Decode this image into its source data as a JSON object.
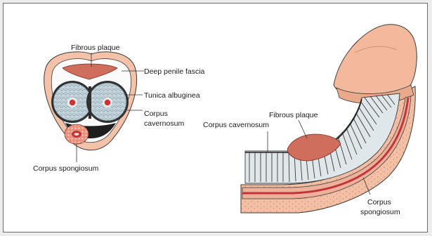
{
  "labels": {
    "cross_fibrous_plaque": "Fibrous plaque",
    "deep_penile_fascia": "Deep penile fascia",
    "tunica_albuginea": "Tunica albuginea",
    "corpus_cavernosum_1": "Corpus",
    "corpus_cavernosum_2": "cavernosum",
    "cross_corpus_spongiosum": "Corpus spongiosum",
    "side_fibrous_plaque": "Fibrous plaque",
    "side_corpus_cavernosum": "Corpus cavernosum",
    "side_corpus_spongiosum_1": "Corpus",
    "side_corpus_spongiosum_2": "spongiosum"
  },
  "colors": {
    "skin": "#f4c2a8",
    "skin_dark": "#e7a787",
    "plaque": "#cf6e5c",
    "erectile": "#b8cad2",
    "erectile_line": "#7f97a2",
    "artery": "#d43030",
    "spongiosum": "#e07f6a",
    "outline": "#3a3a3a"
  }
}
